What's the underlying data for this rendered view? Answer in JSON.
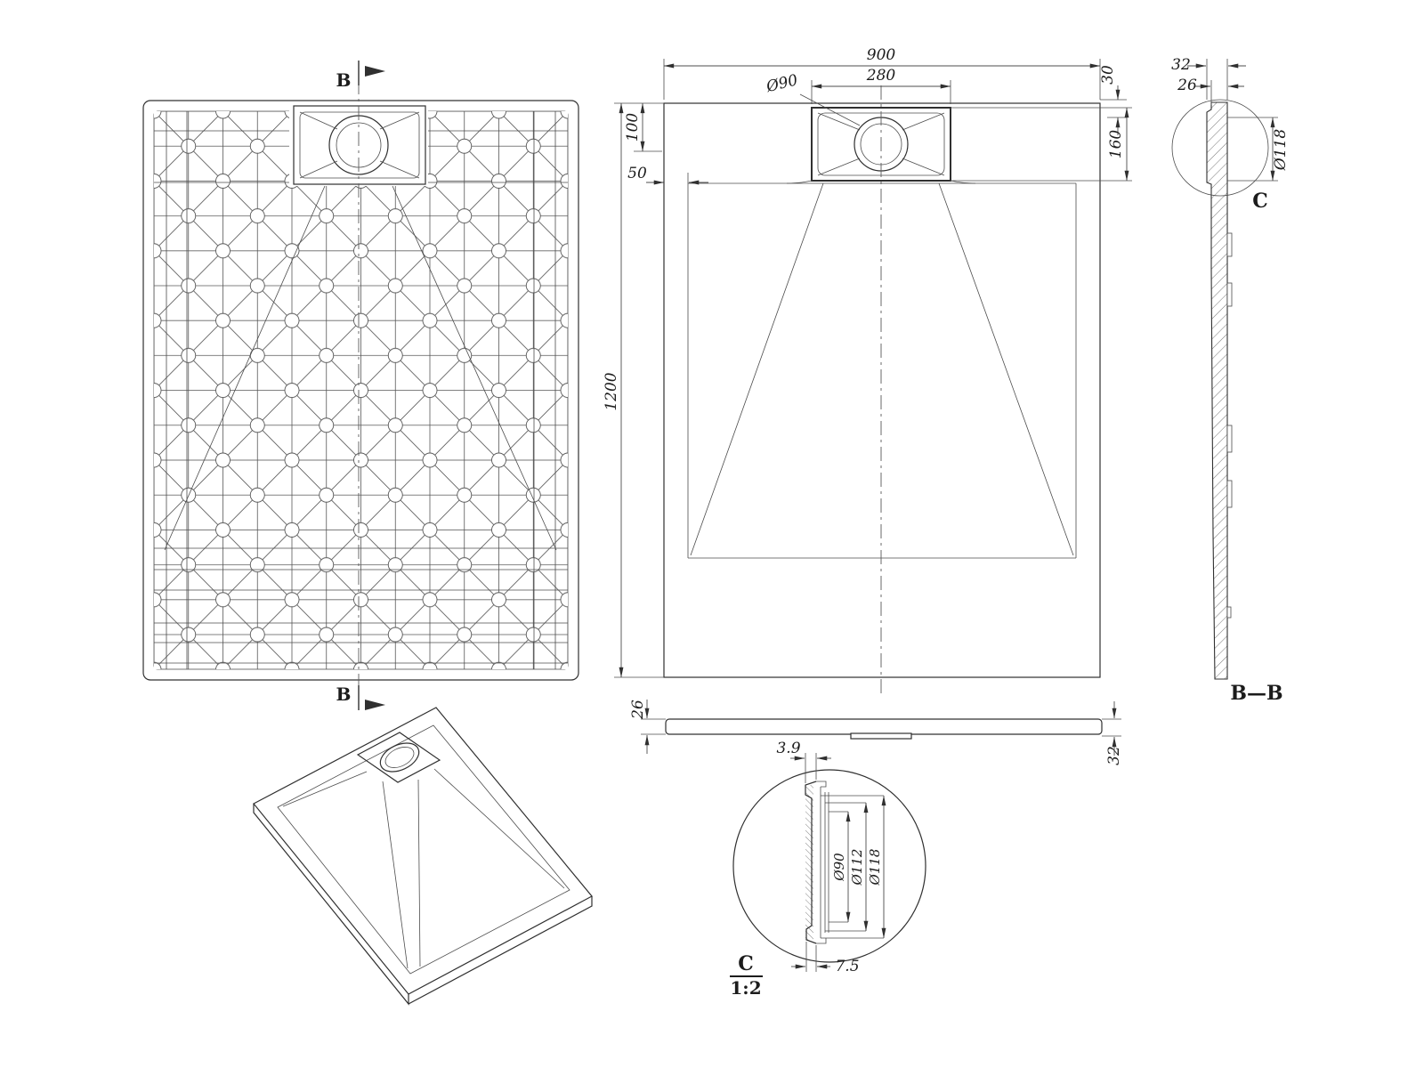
{
  "drawing": {
    "bottom_view": {
      "section_top": "B",
      "section_bottom": "B"
    },
    "plan_view": {
      "dim_width": "900",
      "dim_drain_width": "280",
      "dim_drain_dia": "Ø90",
      "dim_rim_top": "30",
      "dim_drain_offset": "100",
      "dim_floor_rim": "50",
      "dim_drain_len": "160",
      "dim_length": "1200"
    },
    "edge_view": {
      "dim_thickness_left": "26",
      "dim_thickness_right": "32"
    },
    "side_view": {
      "dim_width_outer": "32",
      "dim_width_inner": "26",
      "dim_drain_dia": "Ø118",
      "detail_label": "C",
      "section_label": "B—B"
    },
    "detail_c": {
      "dim_wall": "3.9",
      "dim_dia_inner": "Ø90",
      "dim_dia_mid": "Ø112",
      "dim_dia_outer": "Ø118",
      "dim_depth": "7.5",
      "label": "C",
      "scale": "1:2"
    }
  }
}
